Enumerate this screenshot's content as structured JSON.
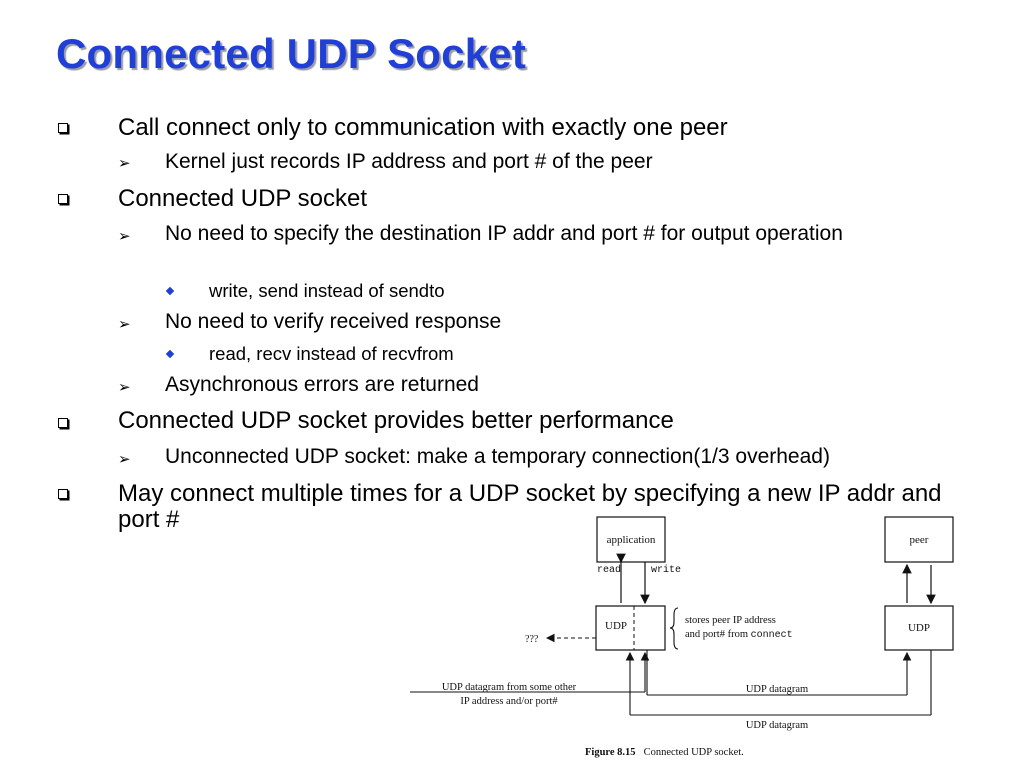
{
  "slide": {
    "title": "Connected UDP Socket",
    "bullets": [
      {
        "id": "b1",
        "text": "Call connect only to communication with exactly one peer"
      },
      {
        "id": "b1s1",
        "text": "Kernel just records IP address and port # of the peer"
      },
      {
        "id": "b2",
        "text": "Connected UDP socket"
      },
      {
        "id": "b2s1",
        "text": "No need to specify the destination IP addr and port # for output operation"
      },
      {
        "id": "b2s1a",
        "text": "write, send instead of sendto"
      },
      {
        "id": "b2s2",
        "text": "No need to verify received response"
      },
      {
        "id": "b2s2a",
        "text": "read, recv instead of recvfrom"
      },
      {
        "id": "b2s3",
        "text": "Asynchronous errors are returned"
      },
      {
        "id": "b3",
        "text": "Connected UDP socket provides better performance"
      },
      {
        "id": "b3s1",
        "text": "Unconnected UDP socket: make a temporary connection(1/3 overhead)"
      },
      {
        "id": "b4",
        "text": "May connect multiple times for a UDP socket by specifying a new IP addr and port #"
      }
    ]
  },
  "figure": {
    "application": "application",
    "peer": "peer",
    "read": "read",
    "write": "write",
    "udp_left": "UDP",
    "udp_right": "UDP",
    "unknown": "???",
    "stores_line1": "stores peer IP address",
    "stores_line2_prefix": "and port# from ",
    "stores_line2_code": "connect",
    "other_line1": "UDP datagram from some other",
    "other_line2": "IP address and/or port#",
    "datagram_top": "UDP datagram",
    "datagram_bottom": "UDP datagram",
    "caption_label": "Figure 8.15",
    "caption_text": "Connected UDP socket."
  },
  "colors": {
    "title": "#1f3fd6",
    "diamond_bullet": "#1f3fd6"
  }
}
